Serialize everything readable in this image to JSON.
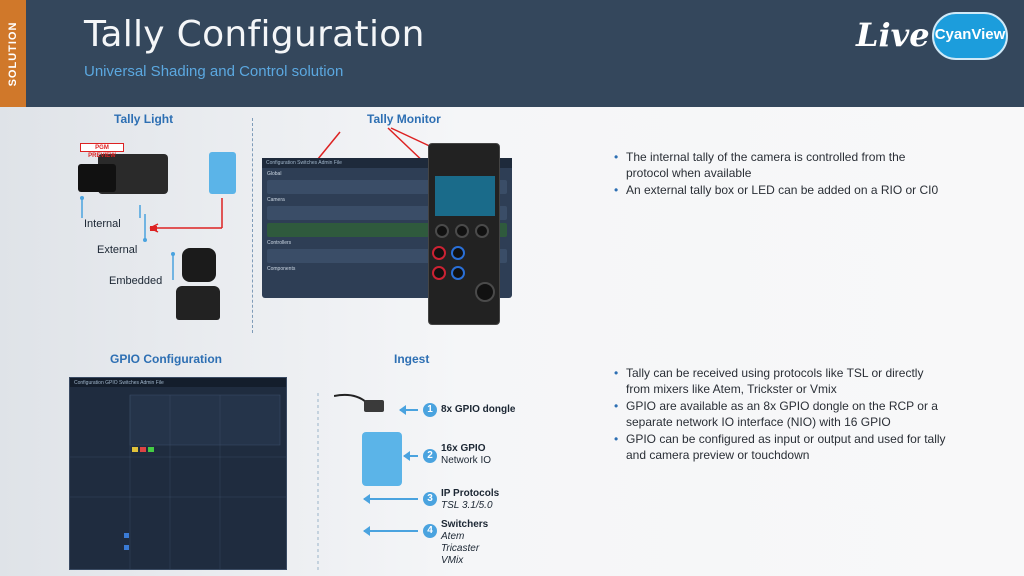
{
  "header": {
    "tab": "SOLUTION",
    "title": "Tally Configuration",
    "subtitle": "Universal Shading and Control solution",
    "live": "Live",
    "logo": "CyanView"
  },
  "sections": {
    "tally_light": "Tally Light",
    "tally_monitor": "Tally Monitor",
    "gpio_config": "GPIO Configuration",
    "ingest": "Ingest"
  },
  "camera_labels": {
    "pgm": "PGM PREVIEW",
    "internal": "Internal",
    "external": "External",
    "embedded": "Embedded"
  },
  "bullets_top": [
    "The internal tally of the camera is controlled from the protocol when available",
    "An external tally box or LED can be added on a RIO or CI0"
  ],
  "bullets_bottom": [
    "Tally can be received using protocols like TSL or directly from mixers like Atem, Trickster or Vmix",
    "GPIO are available as an 8x GPIO dongle on the RCP or a separate network IO interface (NIO) with 16 GPIO",
    "GPIO can be configured as input or output and used for tally and camera preview or touchdown"
  ],
  "ingest": [
    {
      "num": "1",
      "title": "8x GPIO dongle",
      "sub": ""
    },
    {
      "num": "2",
      "title": "16x GPIO",
      "sub": "Network IO"
    },
    {
      "num": "3",
      "title": "IP Protocols",
      "sub": "TSL 3.1/5.0"
    },
    {
      "num": "4",
      "title": "Switchers",
      "sub": "Atem",
      "sub2": "Tricaster",
      "sub3": "VMix"
    }
  ],
  "monitor": {
    "bar": "Configuration   Switches   Admin   File",
    "global": "Global",
    "cameras": "Camera",
    "controllers": "Controllers",
    "components": "Components"
  },
  "gpio_ui": {
    "bar": "Configuration   GPIO   Switches   Admin   File"
  },
  "colors": {
    "header_bg": "#34475c",
    "tab": "#d0782a",
    "accent": "#2d6fb3",
    "arrow": "#4aa3df"
  }
}
